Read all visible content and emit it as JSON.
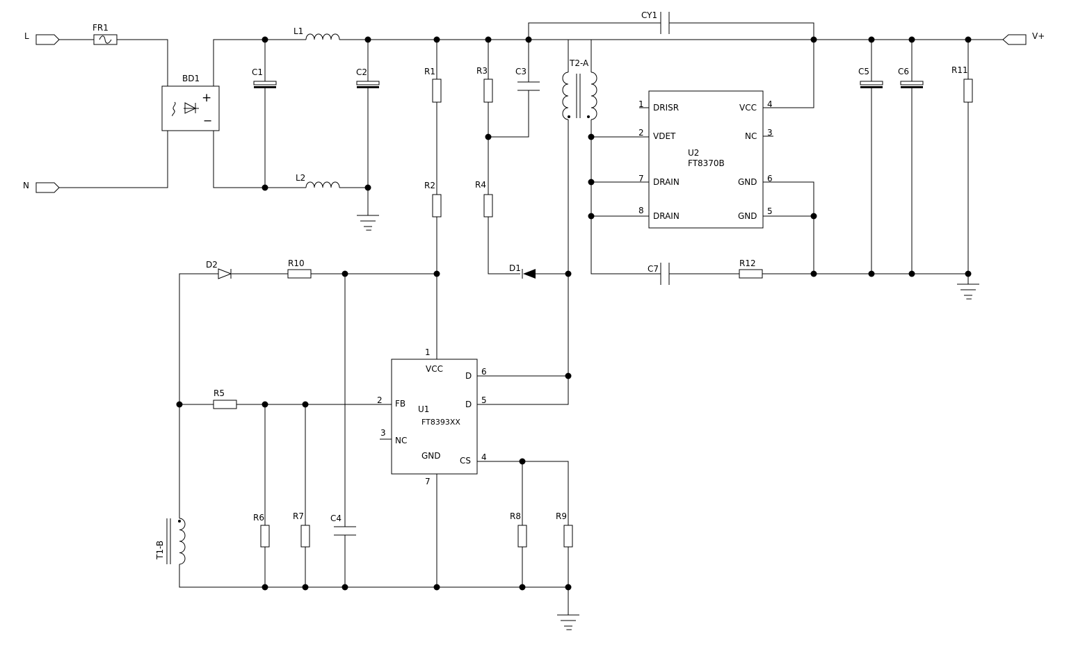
{
  "ports": {
    "L": "L",
    "N": "N",
    "Vplus": "V+"
  },
  "refs": {
    "FR1": "FR1",
    "BD1": "BD1",
    "L1": "L1",
    "L2": "L2",
    "C1": "C1",
    "C2": "C2",
    "C3": "C3",
    "C4": "C4",
    "C5": "C5",
    "C6": "C6",
    "C7": "C7",
    "CY1": "CY1",
    "R1": "R1",
    "R2": "R2",
    "R3": "R3",
    "R4": "R4",
    "R5": "R5",
    "R6": "R6",
    "R7": "R7",
    "R8": "R8",
    "R9": "R9",
    "R10": "R10",
    "R11": "R11",
    "R12": "R12",
    "D1": "D1",
    "D2": "D2",
    "T2A": "T2-A",
    "T1B": "T1-B"
  },
  "U1": {
    "ref": "U1",
    "part": "FT8393XX",
    "pins": [
      {
        "num": "1",
        "name": "VCC"
      },
      {
        "num": "2",
        "name": "FB"
      },
      {
        "num": "3",
        "name": "NC"
      },
      {
        "num": "4",
        "name": "CS"
      },
      {
        "num": "5",
        "name": "D"
      },
      {
        "num": "6",
        "name": "D"
      },
      {
        "num": "7",
        "name": "GND"
      }
    ]
  },
  "U2": {
    "ref": "U2",
    "part": "FT8370B",
    "pins": [
      {
        "num": "1",
        "name": "DRISR"
      },
      {
        "num": "2",
        "name": "VDET"
      },
      {
        "num": "7",
        "name": "DRAIN"
      },
      {
        "num": "8",
        "name": "DRAIN"
      },
      {
        "num": "4",
        "name": "VCC"
      },
      {
        "num": "3",
        "name": "NC"
      },
      {
        "num": "6",
        "name": "GND"
      },
      {
        "num": "5",
        "name": "GND"
      }
    ]
  },
  "bd1_symbols": {
    "plus": "+",
    "minus": "−"
  },
  "ground_symbol": "−"
}
